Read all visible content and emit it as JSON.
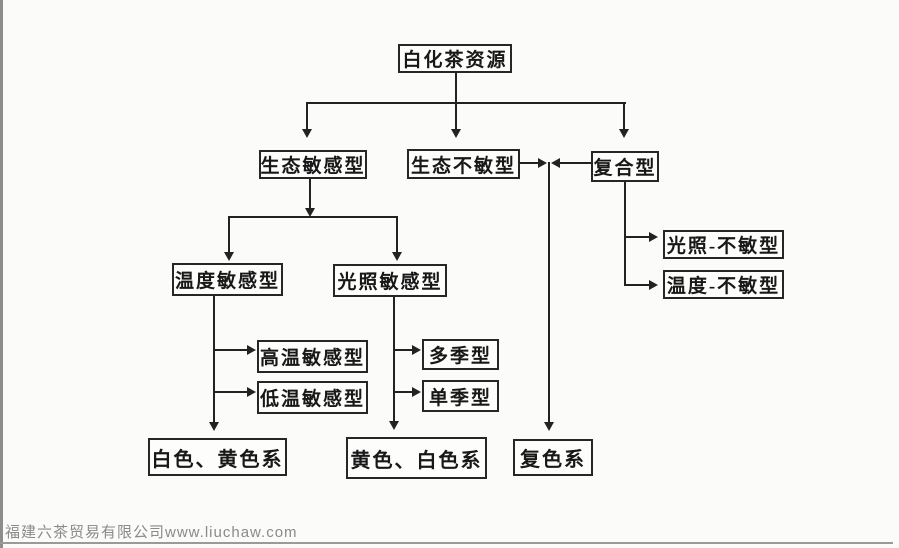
{
  "diagram": {
    "type": "flowchart",
    "nodes": {
      "root": {
        "label": "白化茶资源"
      },
      "eco_sensitive": {
        "label": "生态敏感型"
      },
      "eco_insensitive": {
        "label": "生态不敏型"
      },
      "composite": {
        "label": "复合型"
      },
      "temp_sensitive": {
        "label": "温度敏感型"
      },
      "light_sensitive": {
        "label": "光照敏感型"
      },
      "high_temp_sensitive": {
        "label": "高温敏感型"
      },
      "low_temp_sensitive": {
        "label": "低温敏感型"
      },
      "multi_season": {
        "label": "多季型"
      },
      "single_season": {
        "label": "单季型"
      },
      "light_insensitive": {
        "label": "光照-不敏型"
      },
      "temp_insensitive": {
        "label": "温度-不敏型"
      },
      "white_yellow_series": {
        "label": "白色、黄色系"
      },
      "yellow_white_series": {
        "label": "黄色、白色系"
      },
      "multicolor_series": {
        "label": "复色系"
      }
    },
    "edges": [
      {
        "from": "白化茶资源",
        "to": "生态敏感型"
      },
      {
        "from": "白化茶资源",
        "to": "生态不敏型"
      },
      {
        "from": "白化茶资源",
        "to": "复合型"
      },
      {
        "from": "生态敏感型",
        "to": "温度敏感型"
      },
      {
        "from": "生态敏感型",
        "to": "光照敏感型"
      },
      {
        "from": "温度敏感型",
        "to": "高温敏感型"
      },
      {
        "from": "温度敏感型",
        "to": "低温敏感型"
      },
      {
        "from": "温度敏感型",
        "to": "白色、黄色系"
      },
      {
        "from": "光照敏感型",
        "to": "多季型"
      },
      {
        "from": "光照敏感型",
        "to": "单季型"
      },
      {
        "from": "光照敏感型",
        "to": "黄色、白色系"
      },
      {
        "from": "生态不敏型",
        "to": "复色系"
      },
      {
        "from": "复合型",
        "to": "复色系"
      },
      {
        "from": "复合型",
        "to": "光照-不敏型"
      },
      {
        "from": "复合型",
        "to": "温度-不敏型"
      }
    ]
  },
  "watermark": {
    "text": "福建六茶贸易有限公司www.liuchaw.com"
  },
  "colors": {
    "line": "#222222",
    "box_border": "#262626",
    "text": "#181818",
    "background": "#fbfbf9",
    "watermark": "#8a8a8a",
    "left_strip": "#8d8d8d",
    "bottom_rule": "#9a9a9a"
  }
}
